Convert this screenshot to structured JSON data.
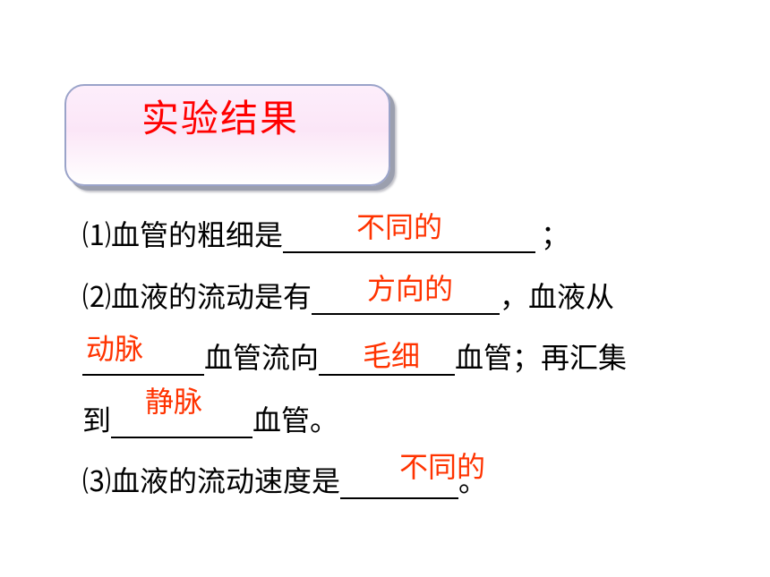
{
  "title": "实验结果",
  "item1": {
    "prefix": "⑴血管的粗细是",
    "answer": "不同的",
    "suffix": "；"
  },
  "item2": {
    "prefix": "⑵血液的流动是有",
    "answer1": "方向的",
    "middle1": "，血液从",
    "answer2": "动脉",
    "middle2": "血管流向",
    "answer3": "毛细",
    "middle3": "血管；再汇集",
    "prefix3": "到",
    "answer4": "静脉",
    "suffix": "血管。"
  },
  "item3": {
    "prefix": "⑶血液的流动速度是",
    "answer": "不同的",
    "suffix": "。"
  },
  "colors": {
    "title": "#ff0000",
    "answer": "#ff3300",
    "box_border": "#9aa3c9"
  }
}
